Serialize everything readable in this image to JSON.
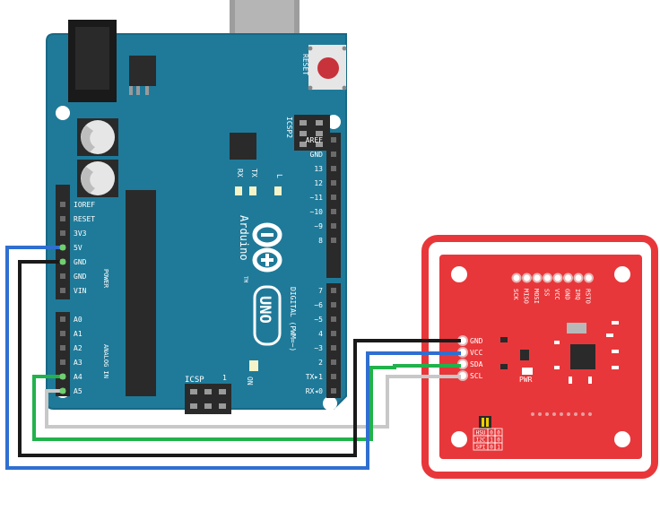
{
  "arduino": {
    "brand": "Arduino",
    "model": "UNO",
    "tm": "TM",
    "reset_label": "RESET",
    "icsp2_label": "ICSP2",
    "icsp_label": "ICSP",
    "icsp_pin1": "1",
    "on_label": "ON",
    "tx_led": "TX",
    "rx_led": "RX",
    "l_led": "L",
    "digital_label": "DIGITAL (PWM=~)",
    "power_label": "POWER",
    "analog_label": "ANALOG IN",
    "power_pins": [
      "IOREF",
      "RESET",
      "3V3",
      "5V",
      "GND",
      "GND",
      "VIN"
    ],
    "analog_pins": [
      "A0",
      "A1",
      "A2",
      "A3",
      "A4",
      "A5"
    ],
    "digital_top_pins": [
      "AREF",
      "GND",
      "13",
      "12",
      "~11",
      "~10",
      "~9",
      "8"
    ],
    "digital_bottom_pins": [
      "7",
      "~6",
      "~5",
      "4",
      "~3",
      "2",
      "TX▸1",
      "RX◂0"
    ]
  },
  "nfc_module": {
    "top_pins": [
      "SCK",
      "MISO",
      "MOSI",
      "SS",
      "VCC",
      "GND",
      "IRQ",
      "RSTO"
    ],
    "side_pins": [
      "GND",
      "VCC",
      "SDA",
      "SCL"
    ],
    "pwr_label": "PWR",
    "mode_table": [
      [
        "HSU",
        "0",
        "0"
      ],
      [
        "I2C",
        "1",
        "0"
      ],
      [
        "SPI",
        "0",
        "1"
      ]
    ]
  },
  "wires": [
    {
      "from": "5V",
      "to": "VCC",
      "color": "#2f6fd0"
    },
    {
      "from": "GND",
      "to": "GND",
      "color": "#1a1a1a"
    },
    {
      "from": "A4",
      "to": "SDA",
      "color": "#22b24c"
    },
    {
      "from": "A5",
      "to": "SCL",
      "color": "#c8c8c8"
    }
  ],
  "colors": {
    "board": "#1f7a99",
    "board_edge": "#176985",
    "nfc_board": "#e8373a",
    "nfc_border": "#e8373a"
  }
}
